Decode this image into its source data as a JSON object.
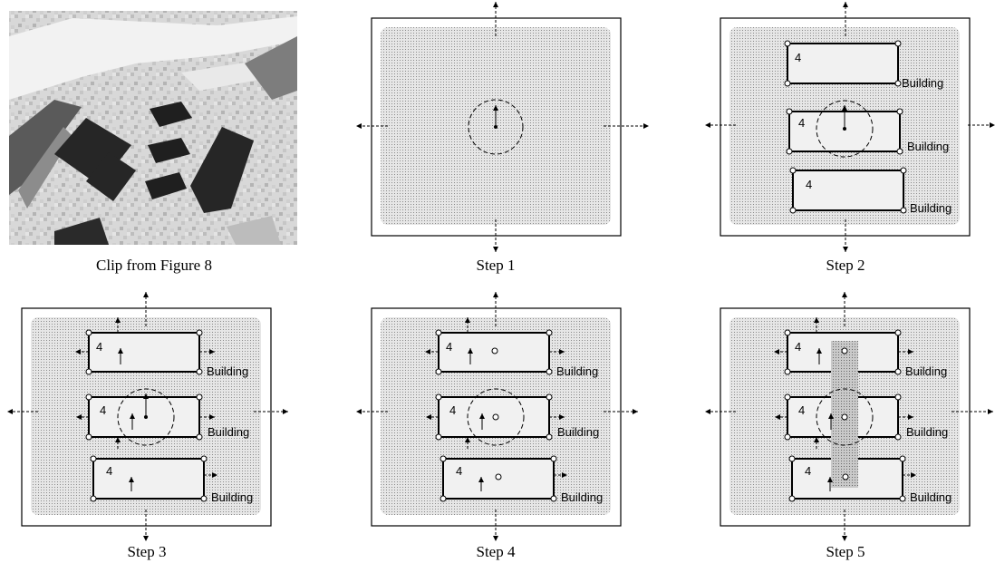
{
  "captions": {
    "clip": "Clip from Figure 8",
    "step1": "Step 1",
    "step2": "Step 2",
    "step3": "Step 3",
    "step4": "Step 4",
    "step5": "Step 5"
  },
  "building_label": "Building",
  "count_label": "4"
}
